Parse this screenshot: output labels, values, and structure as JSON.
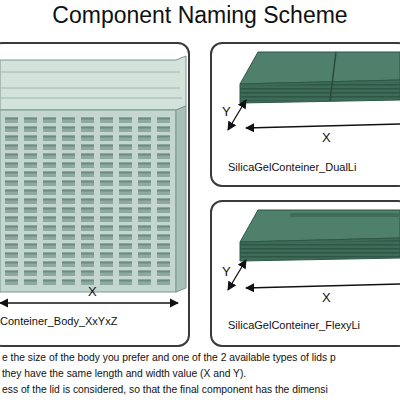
{
  "diagram": {
    "title": "Component Naming Scheme",
    "nodes": [
      {
        "text": [
          "Conteiner_Body_XxYxZ"
        ]
      },
      {
        "text": [
          "SilicaGelConteiner_DualLi"
        ]
      },
      {
        "text": [
          "SilicaGelConteiner_FlexyLi"
        ]
      }
    ],
    "labels": [
      "X",
      "Y",
      "X",
      "Y",
      "X",
      "e the size of the body you prefer and one of the 2 available types of lids p",
      "they have the same length and width value (X and Y).",
      "ess of the lid is considered, so that the final component has the dimensi"
    ]
  }
}
